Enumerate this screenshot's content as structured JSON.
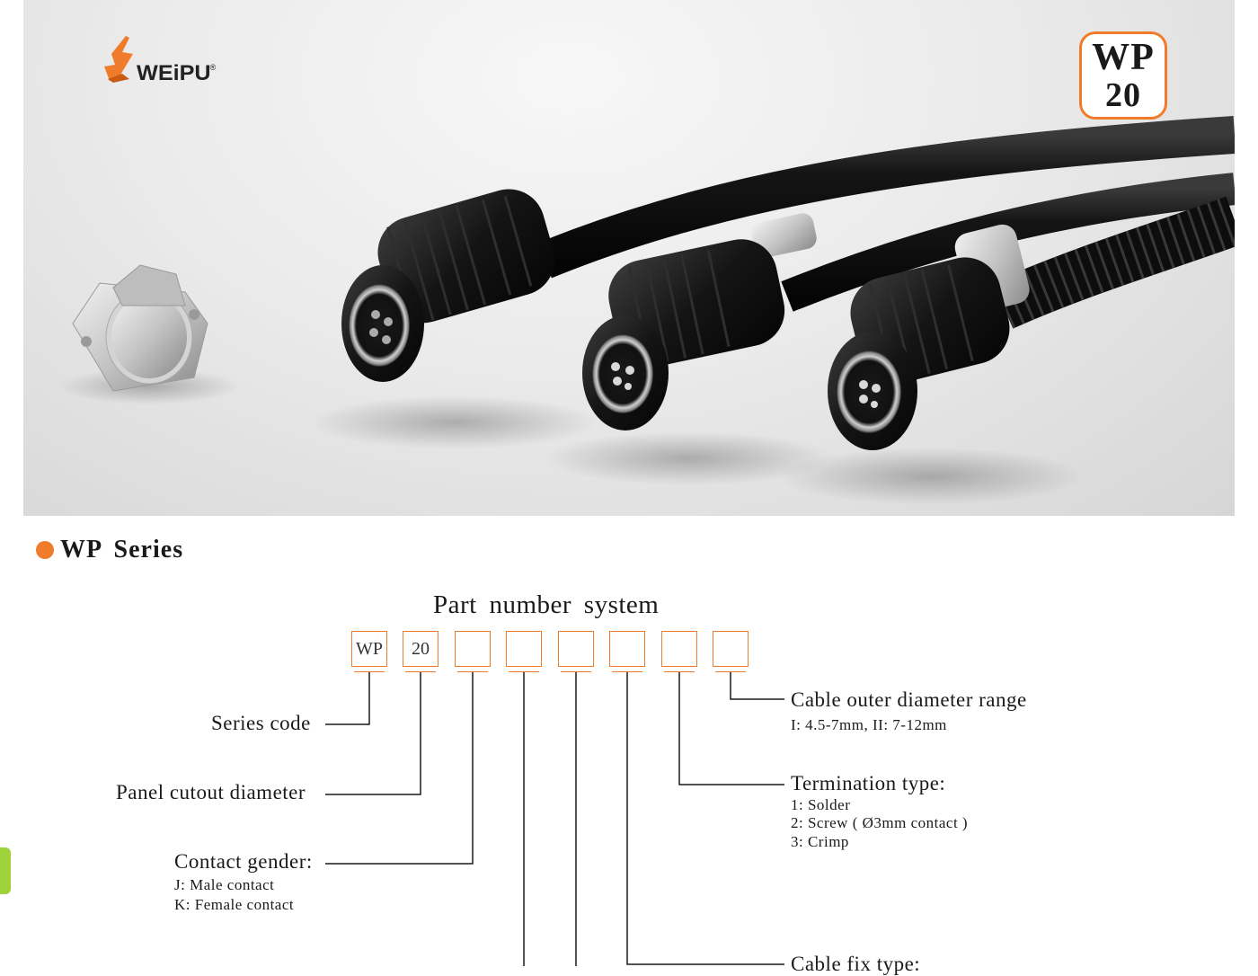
{
  "brand": {
    "logo_text": "WEiPU",
    "reg": "®"
  },
  "badge": {
    "line1": "WP",
    "line2": "20"
  },
  "colors": {
    "accent": "#f07b2b",
    "side_tab": "#9ed23a"
  },
  "section": {
    "title": "WP  Series"
  },
  "part_number": {
    "title": "Part  number system",
    "boxes": [
      "WP",
      "20",
      "",
      "",
      "",
      "",
      "",
      ""
    ]
  },
  "labels": {
    "series_code": "Series code",
    "panel_cutout": "Panel cutout diameter",
    "contact_gender": {
      "title": "Contact gender:",
      "opt1": "J: Male  contact",
      "opt2": "K: Female  contact"
    },
    "cable_od": {
      "title": "Cable outer diameter range",
      "desc": "I: 4.5-7mm, II: 7-12mm"
    },
    "termination": {
      "title": "Termination type:",
      "opt1": "1: Solder",
      "opt2": "2: Screw ( Ø3mm contact )",
      "opt3": "3: Crimp"
    },
    "cable_fix": {
      "title": "Cable fix type:"
    }
  }
}
